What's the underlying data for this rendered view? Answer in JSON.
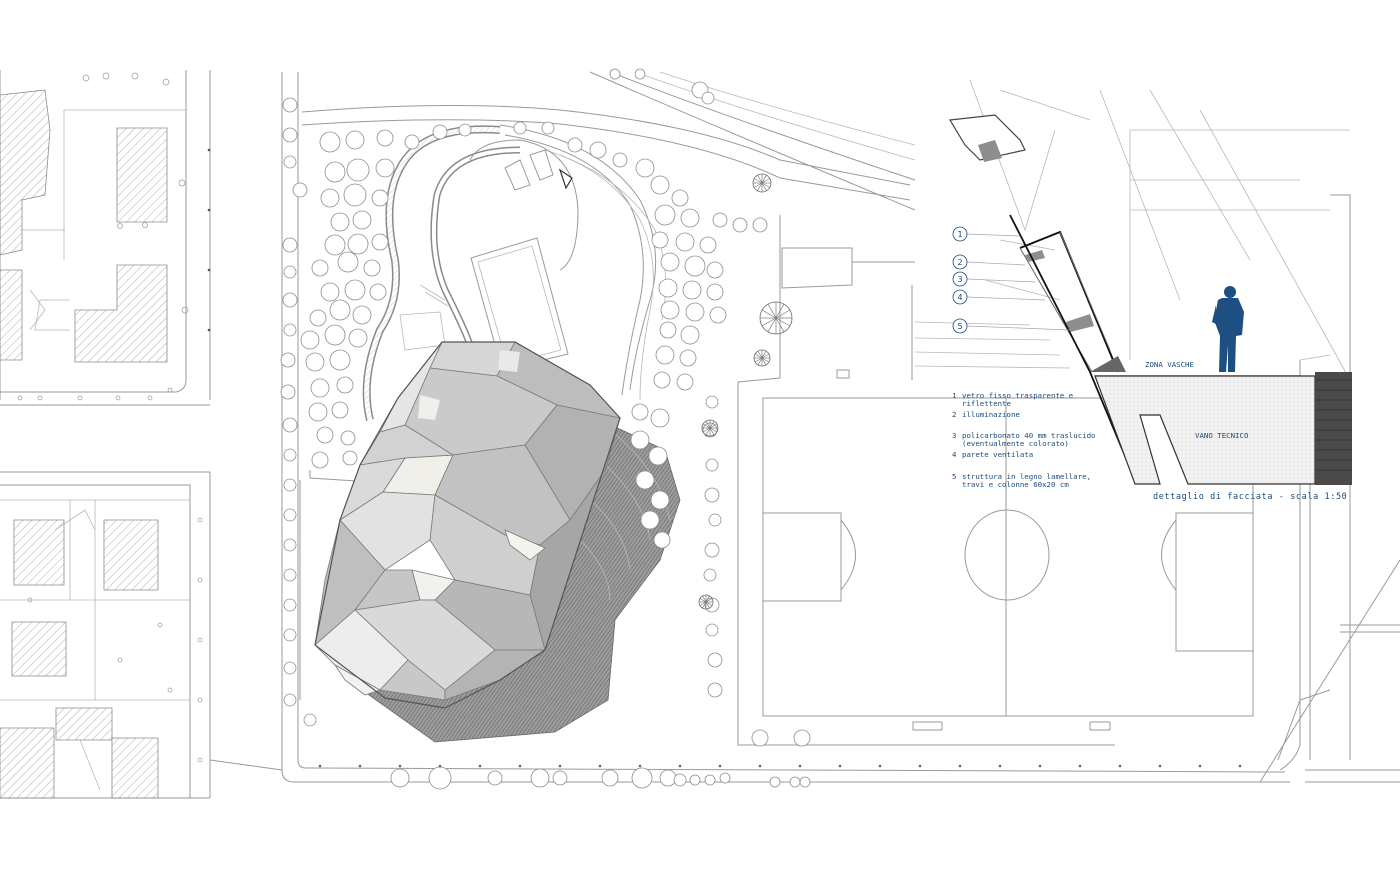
{
  "legend": {
    "items": [
      {
        "n": "1",
        "lines": [
          "vetro fisso trasparente e",
          "riflettente"
        ]
      },
      {
        "n": "2",
        "lines": [
          "illuminazione"
        ]
      },
      {
        "n": "3",
        "lines": [
          "policarbonato 40 mm traslucido",
          "(eventualmente colorato)"
        ]
      },
      {
        "n": "4",
        "lines": [
          "parete ventilata"
        ]
      },
      {
        "n": "5",
        "lines": [
          "struttura in legno lamellare,",
          "travi e colonne 60x20 cm"
        ]
      }
    ]
  },
  "section": {
    "zona_label": "ZONA VASCHE",
    "vano_label": "VANO TECNICO",
    "caption": "dettaglio di facciata - scala 1:50",
    "bubbles": [
      "1",
      "2",
      "3",
      "4",
      "5"
    ]
  },
  "colors": {
    "annotation": "#1c4a7a",
    "figure": "#1d4f82",
    "roof_light": "#e4e4e4",
    "roof_mid": "#c9c9c9",
    "roof_dark": "#a9a9a9"
  }
}
